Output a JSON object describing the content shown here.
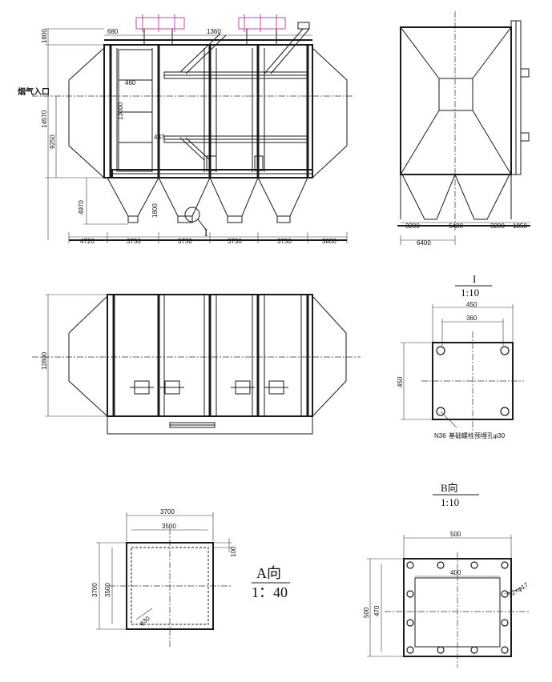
{
  "front_view": {
    "inlet_label": "烟气入口",
    "dims_top": [
      "680",
      "1360"
    ],
    "dims_left": [
      "1800",
      "14570",
      "9250",
      "4970"
    ],
    "dims_inner": [
      "460",
      "13000",
      "437",
      "1800"
    ],
    "dims_bottom": [
      "4720",
      "3730",
      "3730",
      "3730",
      "3730",
      "3800"
    ],
    "detail_callout": "I"
  },
  "side_view": {
    "dims_bottom": [
      "3200",
      "6400",
      "3200",
      "1850"
    ],
    "dim_total": "6400"
  },
  "plan_view": {
    "dim_left": "12800"
  },
  "detail_i": {
    "title": "I",
    "scale": "1:10",
    "dim_outer": "450",
    "dim_inner": "360",
    "dim_side": "450",
    "hole_note": "N36",
    "note": "基础螺栓预埋孔φ30"
  },
  "view_a": {
    "title": "A向",
    "scale": "1：40",
    "dim_outer_w": "3700",
    "dim_inner_w": "3500",
    "dim_outer_h": "3700",
    "dim_inner_h": "3500",
    "dim_flange": "100",
    "hole_note": "φ30"
  },
  "view_b": {
    "title": "B向",
    "scale": "1:10",
    "dim_outer_w": "500",
    "dim_inner_w": "400",
    "dim_outer_h": "500",
    "dim_inner_h": "470",
    "hole_note": "12×φ17"
  }
}
